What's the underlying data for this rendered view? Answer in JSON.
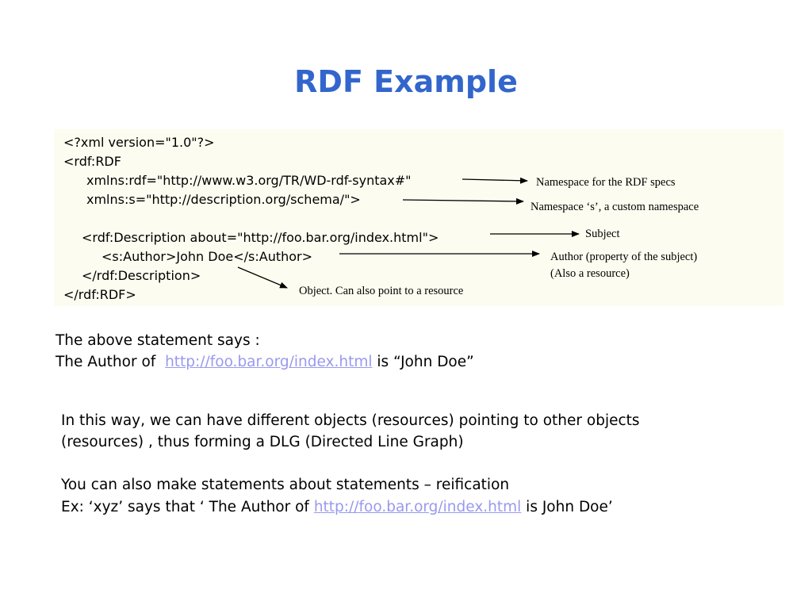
{
  "slide": {
    "title": "RDF Example"
  },
  "code": {
    "lines": [
      "<?xml version=\"1.0\"?>",
      "<rdf:RDF",
      "xmlns:rdf=\"http://www.w3.org/TR/WD-rdf-syntax#\"",
      "xmlns:s=\"http://description.org/schema/\">",
      "<rdf:Description about=\"http://foo.bar.org/index.html\">",
      "<s:Author>John Doe</s:Author>",
      "</rdf:Description>",
      "</rdf:RDF>"
    ]
  },
  "annotations": {
    "namespace_rdf": "Namespace for the RDF specs",
    "namespace_s": "Namespace ‘s’, a custom namespace",
    "subject": "Subject",
    "author_1": "Author (property of the subject)",
    "author_2": "(Also a resource)",
    "object": "Object. Can also point to a resource"
  },
  "statement": {
    "line1": "The above statement says :",
    "line2_prefix": "The Author of ",
    "line2_link": "http://foo.bar.org/index.html",
    "line2_suffix": " is “John Doe”"
  },
  "explanation": {
    "line1": "In this way, we can have different objects (resources) pointing to other objects",
    "line2": "(resources) , thus forming a DLG (Directed Line Graph)",
    "line3": "You can also make statements about statements – reification",
    "line4_prefix": "Ex: ‘xyz’ says that ‘ The Author of ",
    "line4_link": "http://foo.bar.org/index.html",
    "line4_suffix": " is John Doe’"
  },
  "colors": {
    "title": "#3366cc",
    "code_background": "#fcfcf0",
    "link": "#9999ee"
  }
}
